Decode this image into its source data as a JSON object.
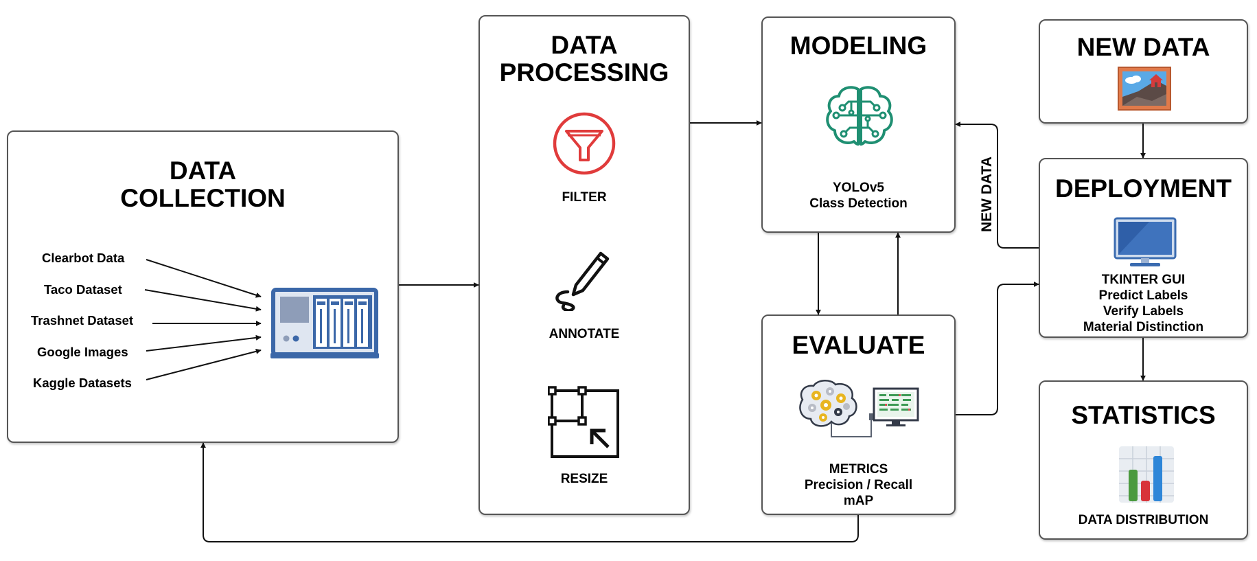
{
  "collection": {
    "title_line1": "DATA",
    "title_line2": "COLLECTION",
    "sources": [
      "Clearbot Data",
      "Taco Dataset",
      "Trashnet Dataset",
      "Google Images",
      "Kaggle Datasets"
    ]
  },
  "processing": {
    "title_line1": "DATA",
    "title_line2": "PROCESSING",
    "steps": [
      "FILTER",
      "ANNOTATE",
      "RESIZE"
    ]
  },
  "modeling": {
    "title": "MODELING",
    "line1": "YOLOv5",
    "line2": "Class Detection"
  },
  "evaluate": {
    "title": "EVALUATE",
    "line1": "METRICS",
    "line2": "Precision / Recall",
    "line3": "mAP"
  },
  "new_data": {
    "title": "NEW DATA",
    "arrow_label": "NEW DATA"
  },
  "deployment": {
    "title": "DEPLOYMENT",
    "lines": [
      "TKINTER GUI",
      "Predict Labels",
      "Verify Labels",
      "Material Distinction"
    ]
  },
  "statistics": {
    "title": "STATISTICS",
    "label": "DATA DISTRIBUTION"
  },
  "colors": {
    "filter_red": "#e03b3b",
    "brain_green": "#1f8f72",
    "server_blue": "#3b67a8",
    "monitor_blue": "#3a6bb0"
  }
}
